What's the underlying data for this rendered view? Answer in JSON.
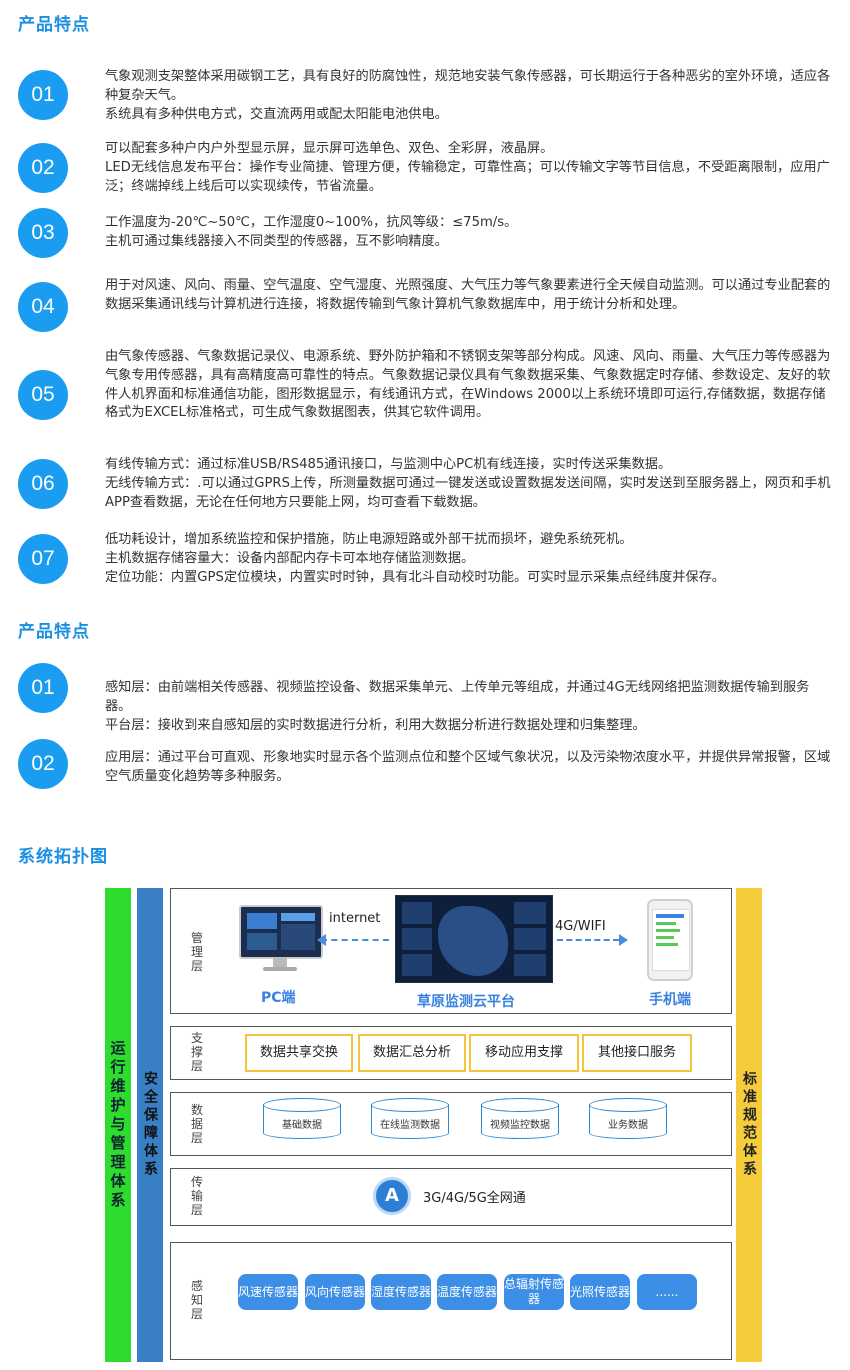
{
  "section1": {
    "title": "产品特点",
    "items": [
      {
        "num": "01",
        "lines": [
          "气象观测支架整体采用碳钢工艺，具有良好的防腐蚀性，规范地安装气象传感器，可长期运行于各种恶劣的室外环境，适应各种复杂天气。",
          "系统具有多种供电方式，交直流两用或配太阳能电池供电。"
        ]
      },
      {
        "num": "02",
        "lines": [
          "可以配套多种户内户外型显示屏，显示屏可选单色、双色、全彩屏，液晶屏。",
          "LED无线信息发布平台：操作专业简捷、管理方便，传输稳定，可靠性高；可以传输文字等节目信息，不受距离限制，应用广泛；终端掉线上线后可以实现续传，节省流量。"
        ]
      },
      {
        "num": "03",
        "lines": [
          "工作温度为-20℃~50℃，工作湿度0~100%，抗风等级：≤75m/s。",
          "主机可通过集线器接入不同类型的传感器，互不影响精度。"
        ]
      },
      {
        "num": "04",
        "lines": [
          "用于对风速、风向、雨量、空气温度、空气湿度、光照强度、大气压力等气象要素进行全天候自动监测。可以通过专业配套的数据采集通讯线与计算机进行连接，将数据传输到气象计算机气象数据库中，用于统计分析和处理。"
        ]
      },
      {
        "num": "05",
        "lines": [
          "由气象传感器、气象数据记录仪、电源系统、野外防护箱和不锈钢支架等部分构成。风速、风向、雨量、大气压力等传感器为气象专用传感器，具有高精度高可靠性的特点。气象数据记录仪具有气象数据采集、气象数据定时存储、参数设定、友好的软件人机界面和标准通信功能，图形数据显示，有线通讯方式，在Windows 2000以上系统环境即可运行,存储数据，数据存储格式为EXCEL标准格式，可生成气象数据图表，供其它软件调用。"
        ]
      },
      {
        "num": "06",
        "lines": [
          "有线传输方式：通过标准USB/RS485通讯接口，与监测中心PC机有线连接，实时传送采集数据。",
          "无线传输方式：.可以通过GPRS上传，所测量数据可通过一键发送或设置数据发送间隔，实时发送到至服务器上，网页和手机APP查看数据，无论在任何地方只要能上网，均可查看下载数据。"
        ]
      },
      {
        "num": "07",
        "lines": [
          "低功耗设计，增加系统监控和保护措施，防止电源短路或外部干扰而损坏，避免系统死机。",
          "主机数据存储容量大：设备内部配内存卡可本地存储监测数据。",
          "定位功能：内置GPS定位模块，内置实时时钟，具有北斗自动校时功能。可实时显示采集点经纬度并保存。"
        ]
      }
    ]
  },
  "section2": {
    "title": "产品特点",
    "items": [
      {
        "num": "01",
        "lines": [
          "感知层：由前端相关传感器、视频监控设备、数据采集单元、上传单元等组成，并通过4G无线网络把监测数据传输到服务器。",
          "平台层：接收到来自感知层的实时数据进行分析，利用大数据分析进行数据处理和归集整理。"
        ]
      },
      {
        "num": "02",
        "lines": [
          "应用层：通过平台可直观、形象地实时显示各个监测点位和整个区域气象状况，以及污染物浓度水平，并提供异常报警，区域空气质量变化趋势等多种服务。"
        ]
      }
    ]
  },
  "section3": {
    "title": "系统拓扑图"
  },
  "topology": {
    "left_bar": "运行维护与管理体系",
    "second_bar": "安全保障体系",
    "right_bar": "标准规范体系",
    "mgmt": {
      "name": "管理层",
      "internet": "internet",
      "wifi": "4G/WIFI",
      "pc": "PC端",
      "cloud": "草原监测云平台",
      "phone": "手机端"
    },
    "support": {
      "name": "支撑层",
      "boxes": [
        "数据共享交换",
        "数据汇总分析",
        "移动应用支撑",
        "其他接口服务"
      ]
    },
    "data": {
      "name": "数据层",
      "cyls": [
        "基础数据",
        "在线监测数据",
        "视频监控数据",
        "业务数据"
      ]
    },
    "trans": {
      "name": "传输层",
      "label": "3G/4G/5G全网通"
    },
    "sense": {
      "name": "感知层",
      "boxes": [
        "风速传感器",
        "风向传感器",
        "湿度传感器",
        "温度传感器",
        "总辐射传感器",
        "光照传感器",
        "......"
      ]
    },
    "colors": {
      "green": "#2ddc2d",
      "blue": "#3a7fc6",
      "yellow": "#f5cc3c",
      "accent": "#1a8fe3"
    }
  }
}
